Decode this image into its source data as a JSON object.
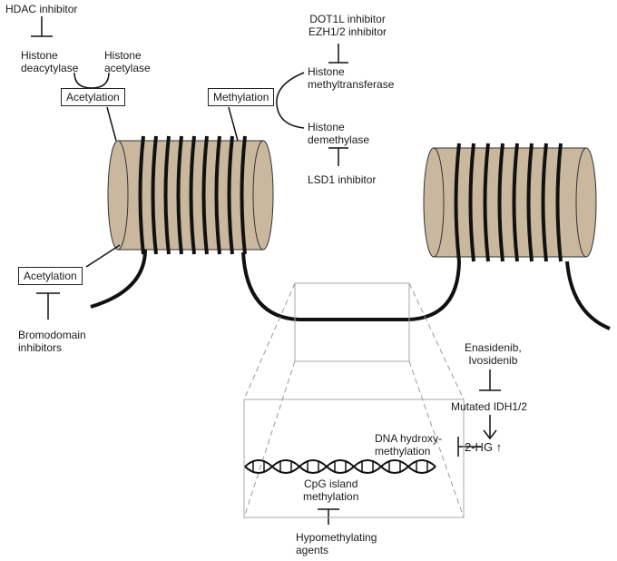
{
  "labels": {
    "hdac_inhibitor": "HDAC inhibitor",
    "histone_deacytylase": "Histone\ndeacytylase",
    "histone_acetylase": "Histone\nacetylase",
    "acetylation_top": "Acetylation",
    "methylation": "Methylation",
    "dot1l_ezh": "DOT1L inhibitor\nEZH1/2 inhibitor",
    "histone_methyltransferase": "Histone\nmethyltransferase",
    "histone_demethylase": "Histone\ndemethylase",
    "lsd1_inhibitor": "LSD1 inhibitor",
    "acetylation_bottom": "Acetylation",
    "bromodomain": "Bromodomain\ninhibitors",
    "enasidenib": "Enasidenib,\nIvosidenib",
    "mutated_idh": "Mutated IDH1/2",
    "dna_hydroxy": "DNA hydroxy-\nmethylation",
    "two_hg": "2-HG ↑",
    "cpg_island": "CpG island\nmethylation",
    "hypomethylating": "Hypomethylating\nagents"
  },
  "colors": {
    "nucleosome": "#c9b89d",
    "dna": "#111111",
    "zoom_lines": "#9a9a9a"
  }
}
